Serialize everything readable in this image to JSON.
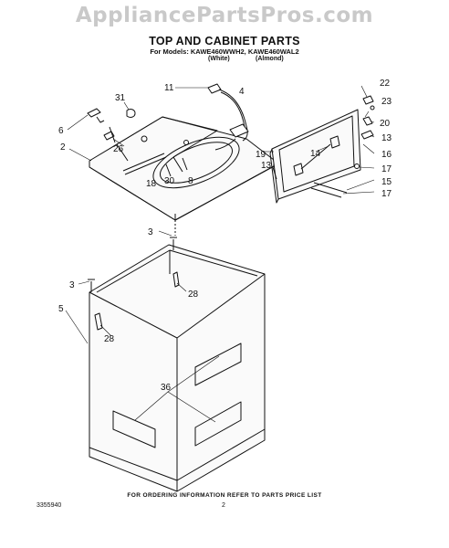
{
  "watermark": "AppliancePartsPros.com",
  "title": "TOP AND CABINET PARTS",
  "models": "For Models: KAWE460WWH2, KAWE460WAL2",
  "color_white": "(White)",
  "color_almond": "(Almond)",
  "footer": "FOR ORDERING INFORMATION REFER TO PARTS PRICE LIST",
  "doc_number": "3355940",
  "page_number": "2",
  "callouts": [
    "31",
    "6",
    "26",
    "2",
    "30",
    "8",
    "18",
    "11",
    "4",
    "22",
    "23",
    "20",
    "13",
    "16",
    "19",
    "14",
    "17",
    "15",
    "13",
    "17",
    "3",
    "28",
    "3",
    "5",
    "28",
    "36"
  ]
}
